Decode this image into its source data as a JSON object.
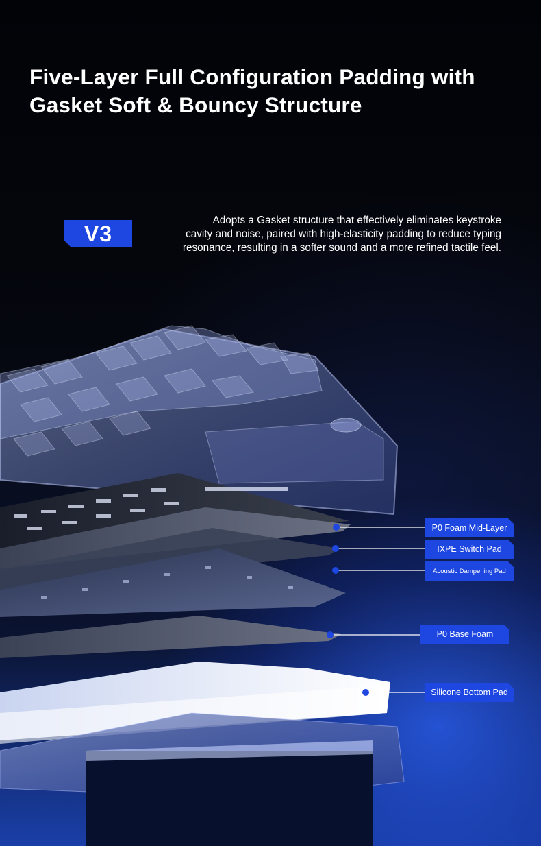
{
  "heading": {
    "line1": "Five-Layer Full Configuration Padding with",
    "line2": "Gasket Soft & Bouncy Structure"
  },
  "badge": {
    "label": "V3"
  },
  "description": {
    "line1": "Adopts a Gasket structure that effectively eliminates keystroke",
    "line2": "cavity and noise, paired with high-elasticity padding to reduce typing",
    "line3": "resonance, resulting in a softer sound and a more refined tactile feel."
  },
  "layers": [
    {
      "label": "P0 Foam Mid-Layer"
    },
    {
      "label": "IXPE Switch Pad"
    },
    {
      "label": "Acoustic Dampening Pad"
    },
    {
      "label": "P0 Base Foam"
    },
    {
      "label": "Silicone Bottom Pad"
    }
  ],
  "colors": {
    "accent": "#1d47e0",
    "background": "#030509",
    "text": "#ffffff"
  }
}
